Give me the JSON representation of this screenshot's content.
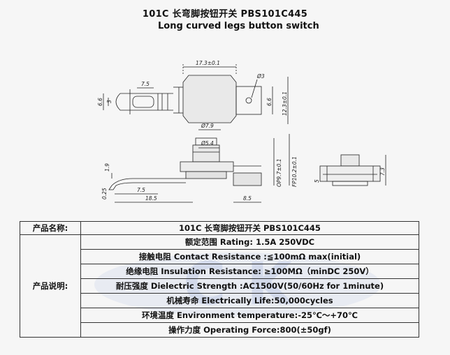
{
  "header": {
    "title": "101C 长弯脚按钮开关 PBS101C445",
    "subtitle": "Long curved legs button switch"
  },
  "drawing": {
    "top_view": {
      "width_label": "17.3±0.1",
      "leg_label": "7.5",
      "hole_label": "Ø3",
      "left_height_outer": "6.6",
      "left_height_inner": "3",
      "right_height_outer": "6.6",
      "right_height_total": "12.3±0.1"
    },
    "side_view": {
      "outer_dia": "Ø7.9",
      "inner_dia": "Ø5.4",
      "height_op": "OP9.7±0.1",
      "height_fp": "FP10.2±0.1",
      "offset_label": "1.9",
      "thickness_label": "0.25",
      "leg_label": "7.5",
      "length_label": "18.5",
      "body_label": "8.5"
    },
    "end_view": {
      "left_label": "5",
      "right_label": "7.3"
    }
  },
  "watermark": {
    "letters": "C K"
  },
  "spec_table": {
    "header_label": "产品名称:",
    "header_value": "101C 长弯脚按钮开关 PBS101C445",
    "spec_label": "产品说明:",
    "rows": [
      "额定范围 Rating:  1.5A 250VDC",
      "接触电阻 Contact Resistance :≦100mΩ max(initial)",
      "绝缘电阻 Insulation Resistance: ≥100MΩ（minDC 250V）",
      "耐压强度 Dielectric Strength :AC1500V(50/60Hz for 1minute)",
      "机械寿命 Electrically Life:50,000cycles",
      "环境温度 Environment temperature:-25℃～+70℃",
      "操作力度 Operating Force:800(±50gf)"
    ]
  }
}
